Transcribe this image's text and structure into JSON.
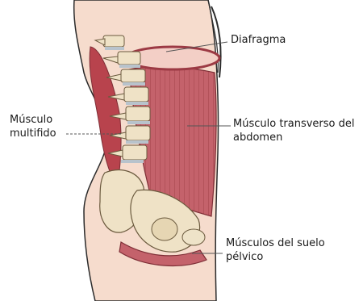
{
  "labels": {
    "diafragma": "Diafragma",
    "transverso_line1": "Músculo transverso del",
    "transverso_line2": "abdomen",
    "multifido_line1": "Músculo",
    "multifido_line2": "multifido",
    "suelo_line1": "Músculos del suelo",
    "suelo_line2": "pélvico"
  },
  "colors": {
    "skin": "#f6dccd",
    "outline": "#2b2b2b",
    "muscle": "#c4626b",
    "muscle_dark": "#9c3a44",
    "bone": "#efe2c6",
    "disc": "#b8c3cc",
    "leader": "#555555"
  }
}
